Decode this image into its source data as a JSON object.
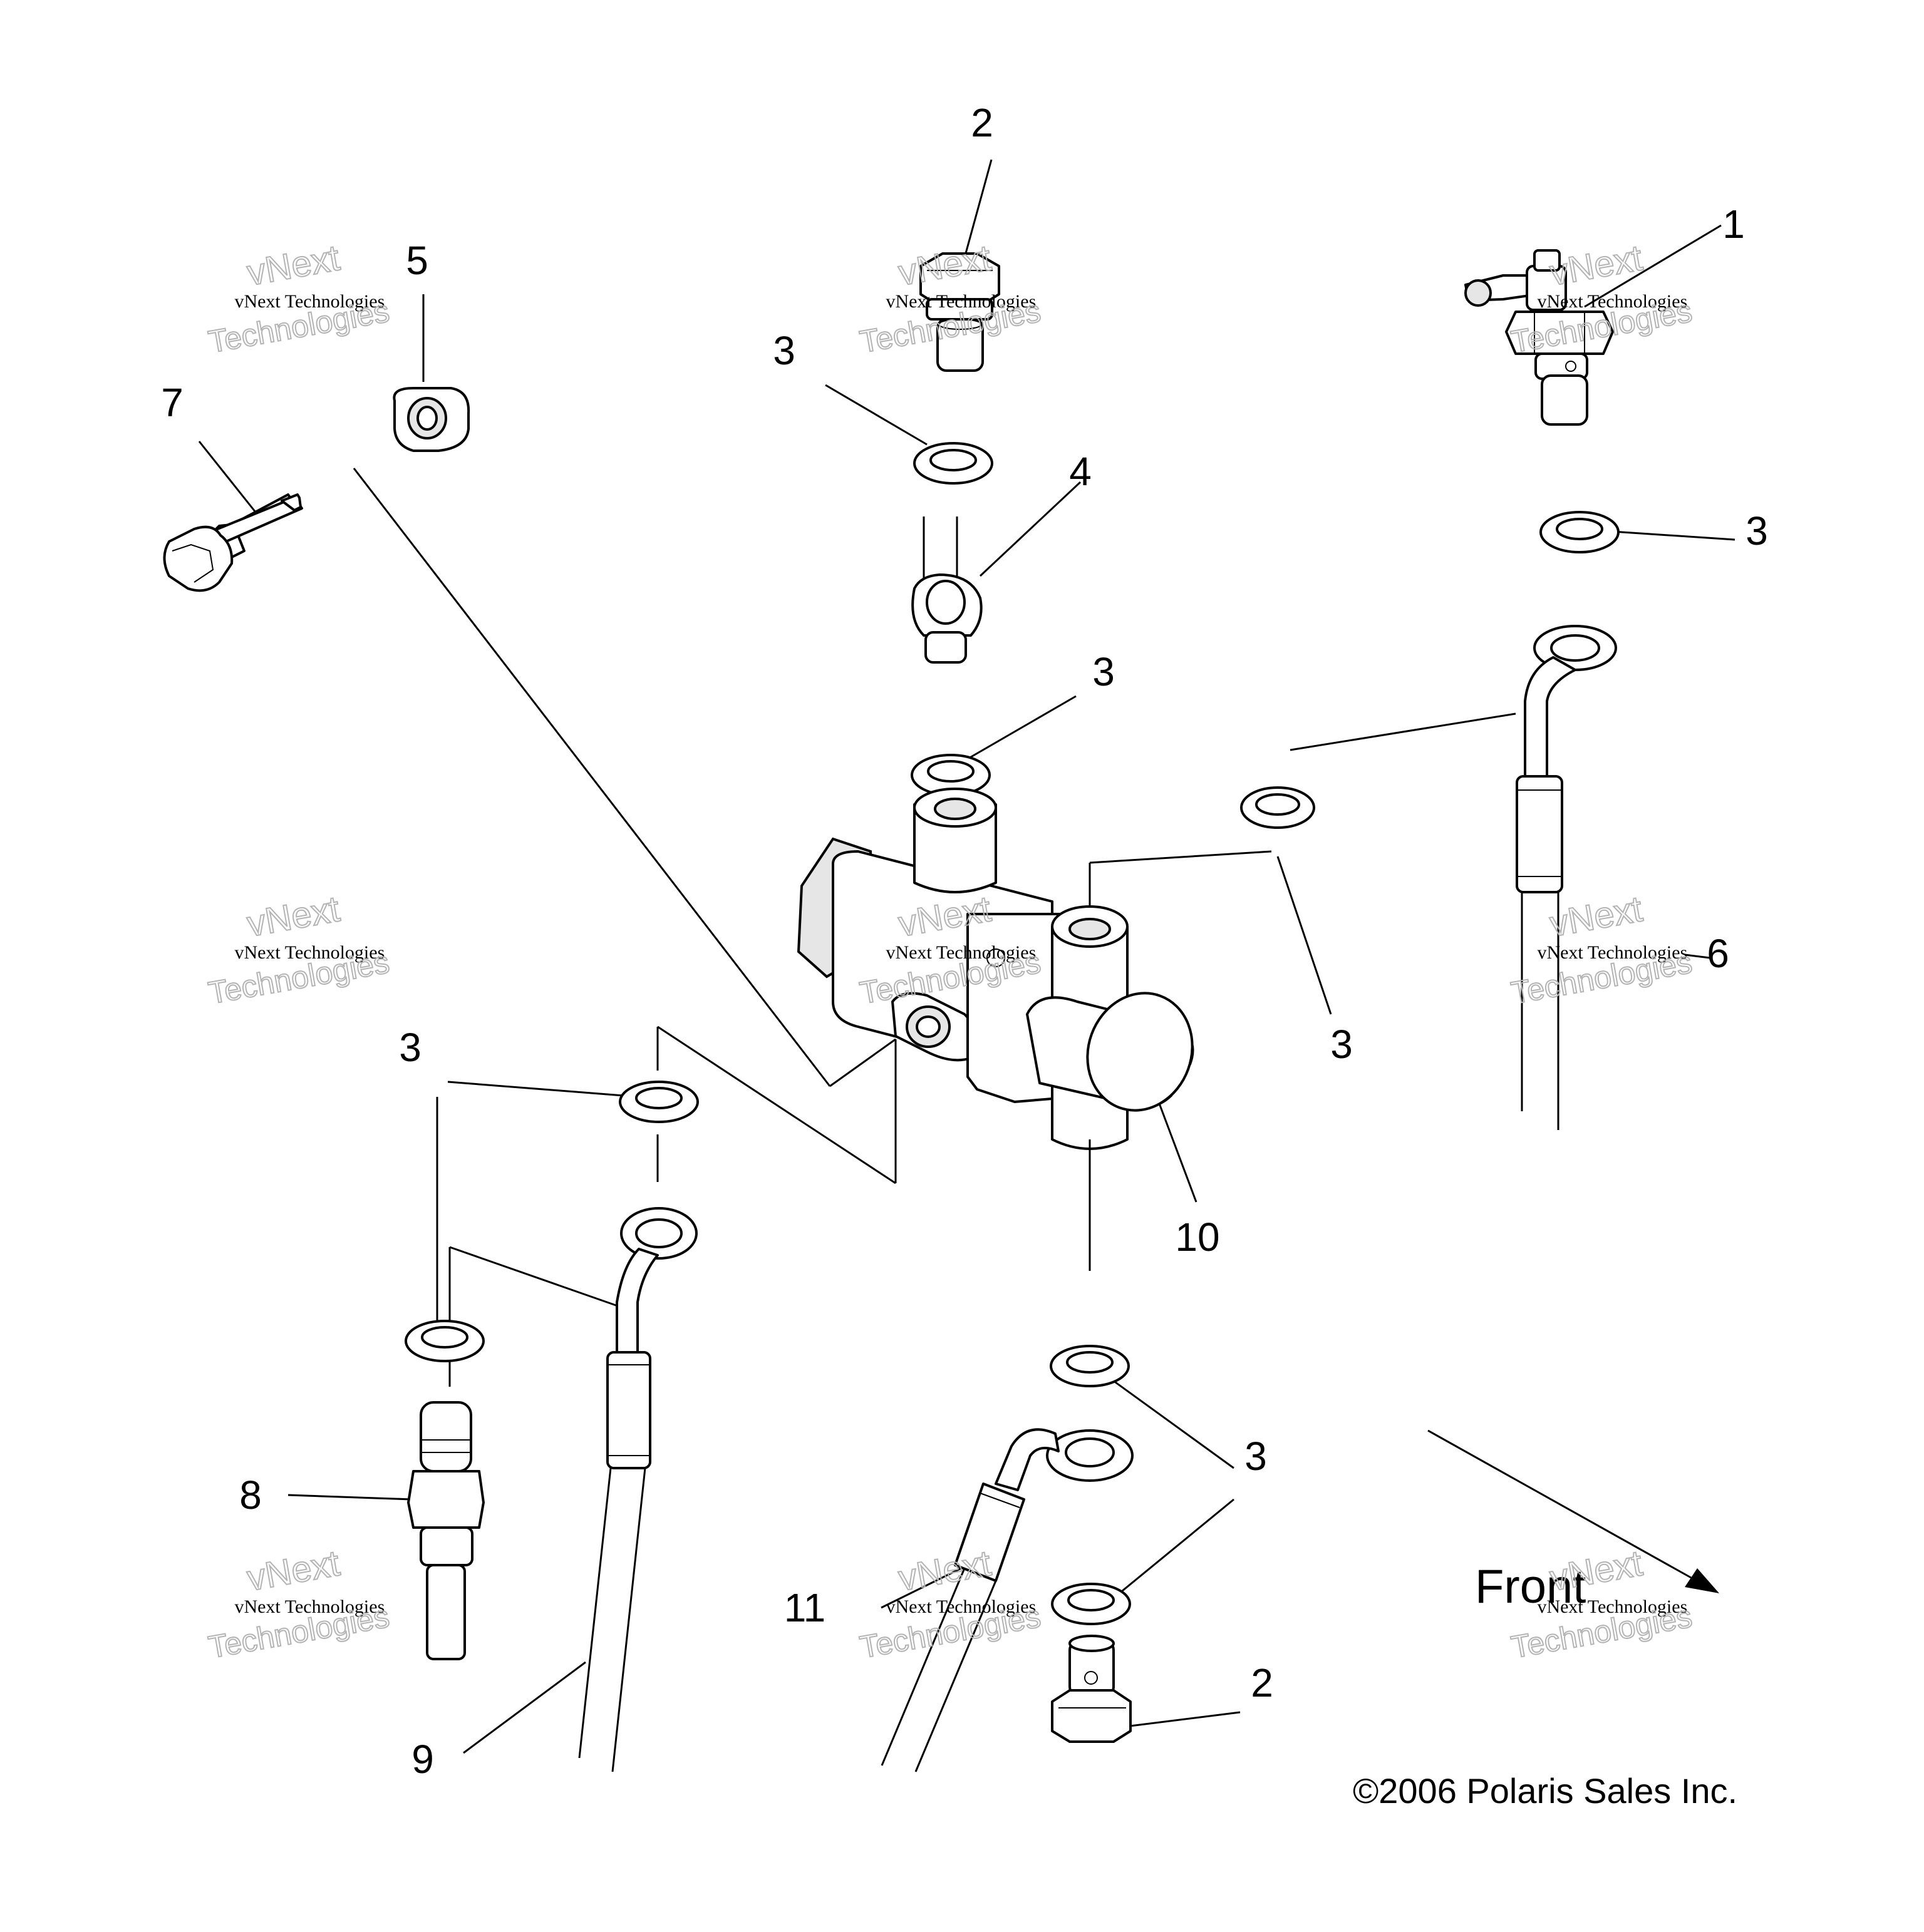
{
  "callouts": {
    "c2_top": "2",
    "c1": "1",
    "c5": "5",
    "c3_a": "3",
    "c7": "7",
    "c4": "4",
    "c3_b": "3",
    "c3_c": "3",
    "c3_d": "3",
    "c6": "6",
    "c3_e": "3",
    "c10": "10",
    "c3_f": "3",
    "c8": "8",
    "c11": "11",
    "c2_bottom": "2",
    "c9": "9"
  },
  "front_label": "Front",
  "copyright": "©2006 Polaris Sales Inc.",
  "watermark": {
    "line1": "vNext Technologies",
    "line2": "vNext",
    "line3": "Technologies"
  }
}
